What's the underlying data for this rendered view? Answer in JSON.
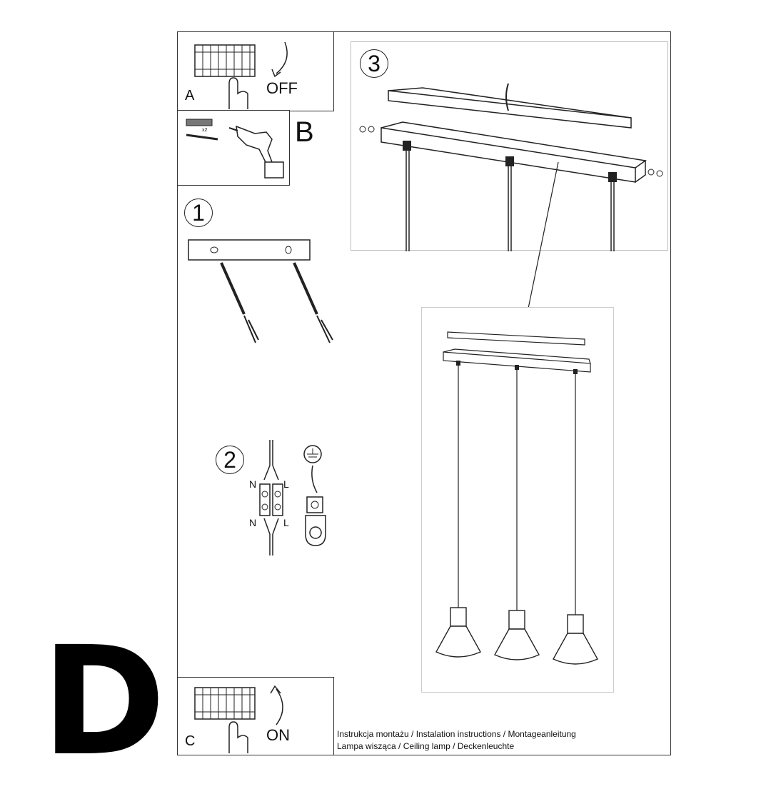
{
  "page_letter": "D",
  "panels": {
    "a": {
      "letter": "A",
      "action": "OFF"
    },
    "b": {
      "letter": "B",
      "qty": "x2"
    },
    "c": {
      "letter": "C",
      "action": "ON"
    }
  },
  "steps": [
    "1",
    "2",
    "3"
  ],
  "wiring": {
    "neutral": "N",
    "live": "L"
  },
  "caption": {
    "line1": "Instrukcja montażu / Instalation instructions / Montageanleitung",
    "line2": "Lampa wisząca / Ceiling lamp / Deckenleuchte"
  }
}
